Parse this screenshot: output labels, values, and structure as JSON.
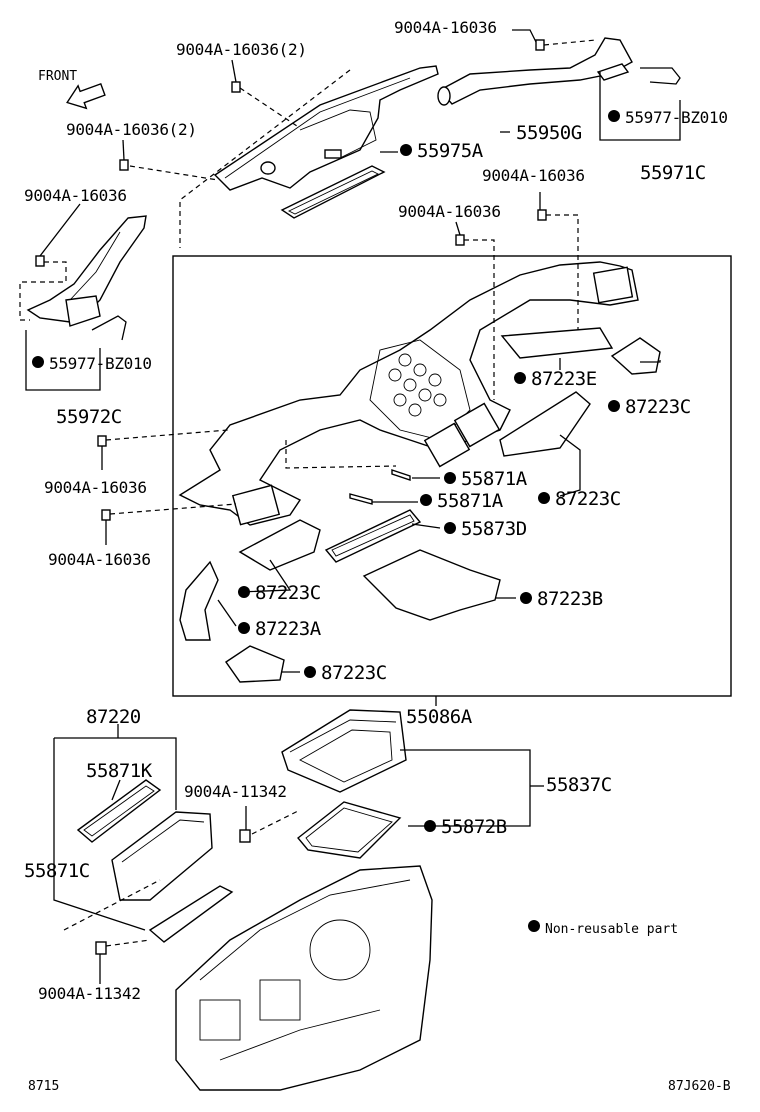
{
  "front_label": "FRONT",
  "labels": {
    "bolt_top_right": "9004A-16036",
    "bolt_top_center": "9004A-16036(2)",
    "bolt_left_upper": "9004A-16036(2)",
    "bolt_left": "9004A-16036",
    "part_55950G": "55950G",
    "part_55975A": "55975A",
    "part_55977_right": "55977-BZ010",
    "part_55971C": "55971C",
    "bolt_mid_right": "9004A-16036",
    "bolt_mid_center": "9004A-16036",
    "part_55977_left": "55977-BZ010",
    "part_55972C": "55972C",
    "part_87223E": "87223E",
    "part_87223C_1": "87223C",
    "part_55871A_1": "55871A",
    "part_55871A_2": "55871A",
    "part_87223C_2": "87223C",
    "part_55873D": "55873D",
    "bolt_side_1": "9004A-16036",
    "bolt_side_2": "9004A-16036",
    "part_87223C_3": "87223C",
    "part_87223B": "87223B",
    "part_87223A": "87223A",
    "part_87223C_4": "87223C",
    "part_55086A": "55086A",
    "part_87220": "87220",
    "part_55871K": "55871K",
    "bolt_lower_1": "9004A-11342",
    "part_55837C": "55837C",
    "part_55872B": "55872B",
    "part_55871C": "55871C",
    "bolt_lower_2": "9004A-11342"
  },
  "legend": {
    "text": "Non-reusable part"
  },
  "footer": {
    "left": "8715",
    "right": "87J620-B"
  }
}
